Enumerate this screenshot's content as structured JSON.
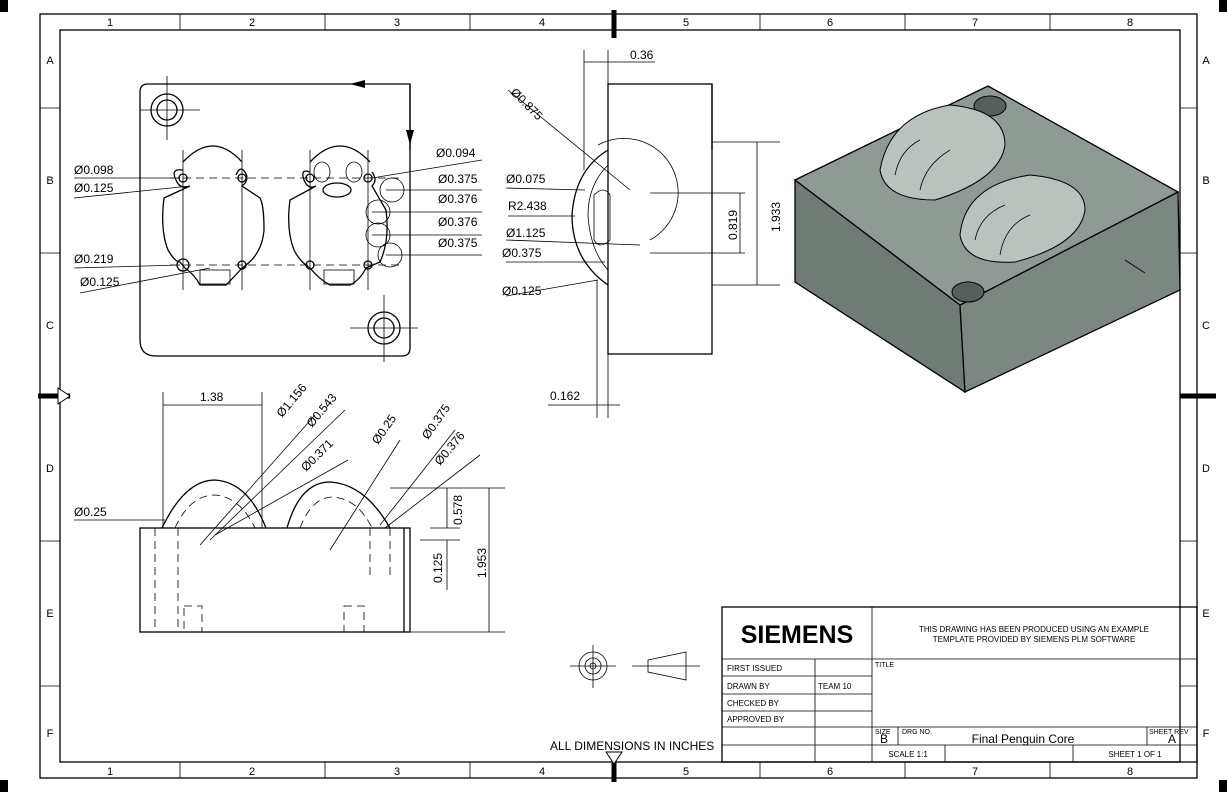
{
  "sheet": {
    "columns": [
      "1",
      "2",
      "3",
      "4",
      "5",
      "6",
      "7",
      "8"
    ],
    "rows": [
      "A",
      "B",
      "C",
      "D",
      "E",
      "F"
    ],
    "note": "ALL DIMENSIONS IN INCHES"
  },
  "title_block": {
    "logo": "SIEMENS",
    "template_note_line1": "THIS DRAWING HAS BEEN PRODUCED USING AN EXAMPLE",
    "template_note_line2": "TEMPLATE PROVIDED BY SIEMENS PLM SOFTWARE",
    "first_issued_label": "FIRST ISSUED",
    "drawn_by_label": "DRAWN BY",
    "drawn_by_value": "TEAM 10",
    "checked_by_label": "CHECKED BY",
    "approved_by_label": "APPROVED BY",
    "title_label": "TITLE",
    "size_label": "SIZE",
    "size_value": "B",
    "drg_no_label": "DRG NO.",
    "drg_no_value": "Final Penguin Core",
    "sheet_rev_label": "SHEET REV",
    "sheet_rev_value": "A",
    "scale": "SCALE 1:1",
    "sheet": "SHEET 1 OF 1"
  },
  "top_view_dims": [
    "Ø0.098",
    "Ø0.125",
    "Ø0.219",
    "Ø0.125",
    "Ø0.094",
    "Ø0.375",
    "Ø0.376",
    "Ø0.376",
    "Ø0.375"
  ],
  "side_view_dims": [
    "0.36",
    "Ø0.875",
    "Ø0.075",
    "R2.438",
    "Ø1.125",
    "Ø0.375",
    "Ø0.125",
    "0.819",
    "1.933",
    "0.162"
  ],
  "front_view_dims": [
    "1.38",
    "Ø1.156",
    "Ø0.543",
    "Ø0.371",
    "Ø0.25",
    "Ø0.375",
    "Ø0.376",
    "Ø0.25",
    "0.578",
    "0.125",
    "1.953"
  ]
}
